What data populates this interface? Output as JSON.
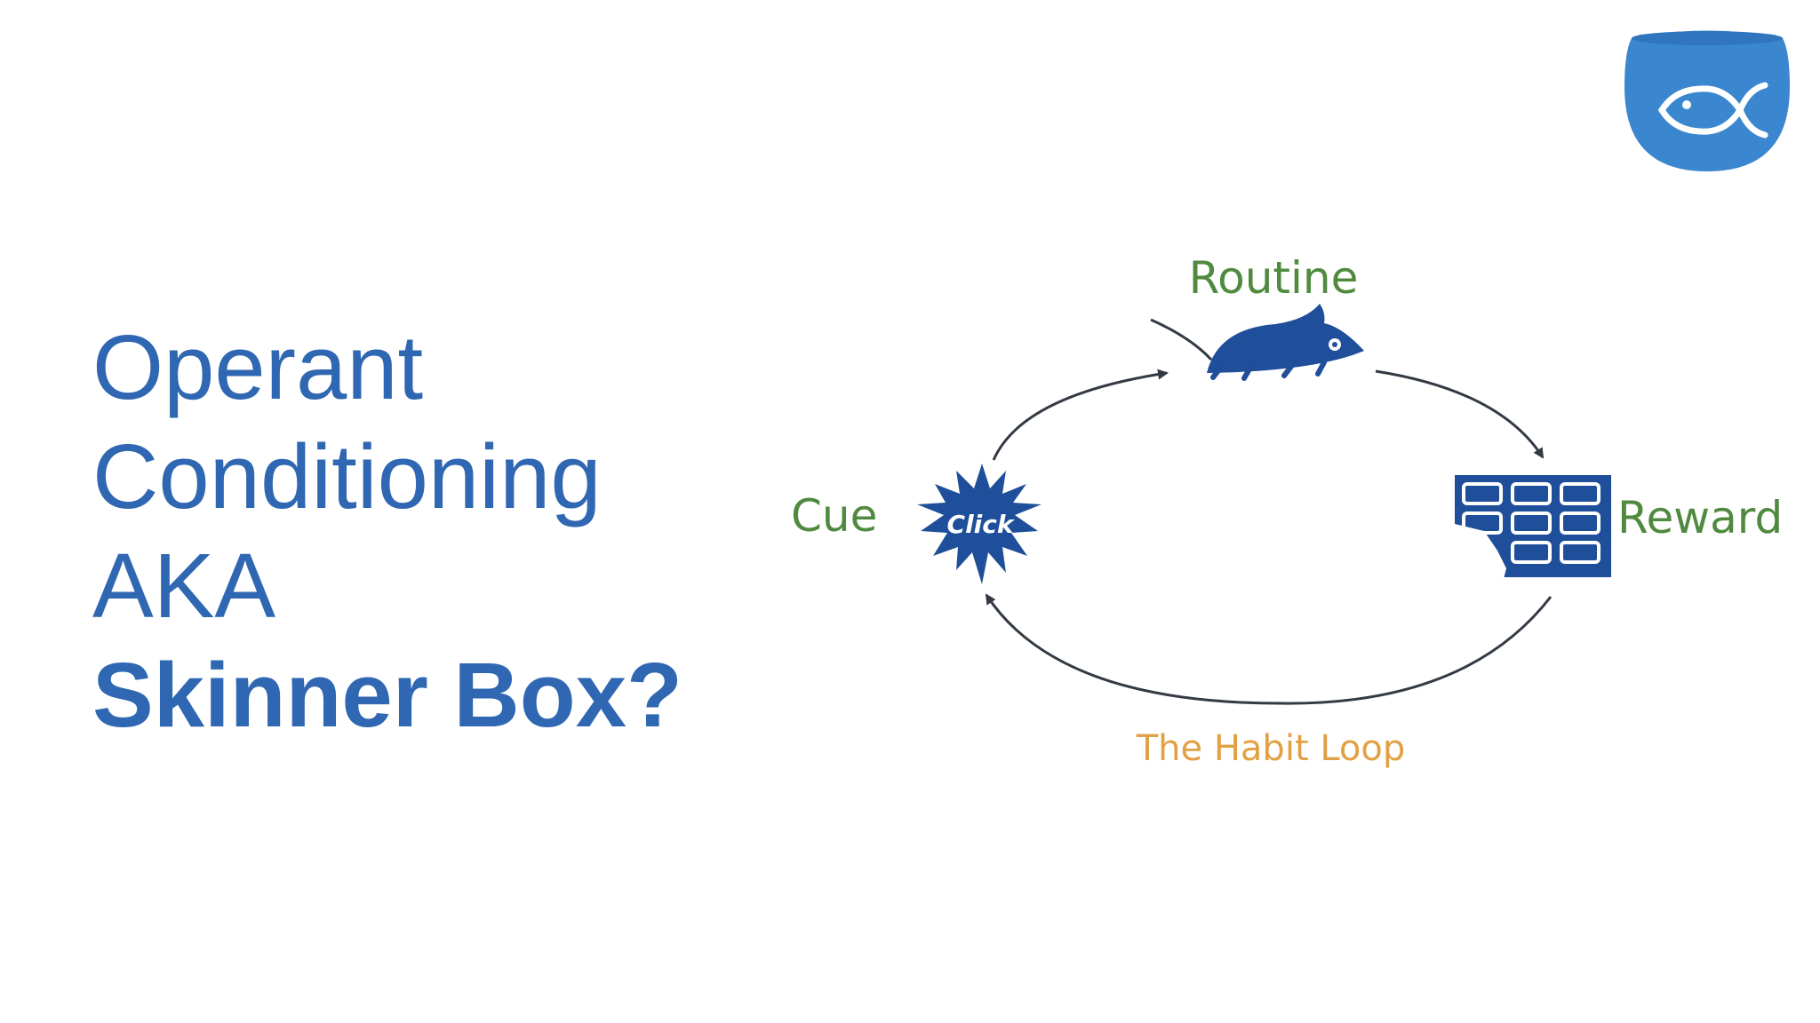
{
  "slide": {
    "title_lines": [
      "Operant",
      "Conditioning",
      "AKA"
    ],
    "title_bold_line": "Skinner Box?"
  },
  "logo": {
    "icon": "fish-bowl-icon",
    "color": "#3a86cf"
  },
  "diagram": {
    "routine_label": "Routine",
    "cue_label": "Cue",
    "reward_label": "Reward",
    "burst_text": "Click",
    "loop_caption": "The Habit Loop",
    "icons": [
      "mouse-icon",
      "click-burst-icon",
      "reward-grid-icon"
    ],
    "colors": {
      "title": "#2f67b2",
      "label_green": "#4f8a3f",
      "caption_orange": "#e2a044",
      "icon_navy": "#1f4f9a",
      "arrow": "#333a44"
    }
  }
}
